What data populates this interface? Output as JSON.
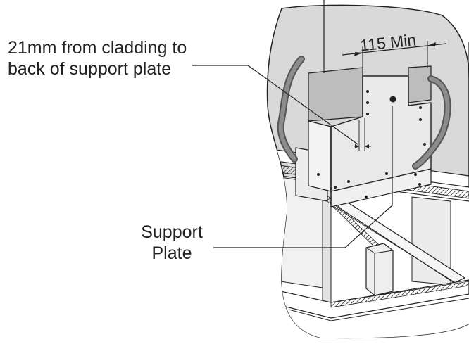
{
  "annotations": {
    "cladding_line1": "21mm from cladding to",
    "cladding_line2": "back of support plate",
    "support_line1": "Support",
    "support_line2": "Plate",
    "dimension": "115 Min"
  },
  "colors": {
    "detail_fill": "#d9d9d9",
    "outline": "#222222",
    "plate_fill": "#e9e9e9",
    "bracket_fill": "#bdbdbd",
    "seal": "#8c8c8c"
  }
}
